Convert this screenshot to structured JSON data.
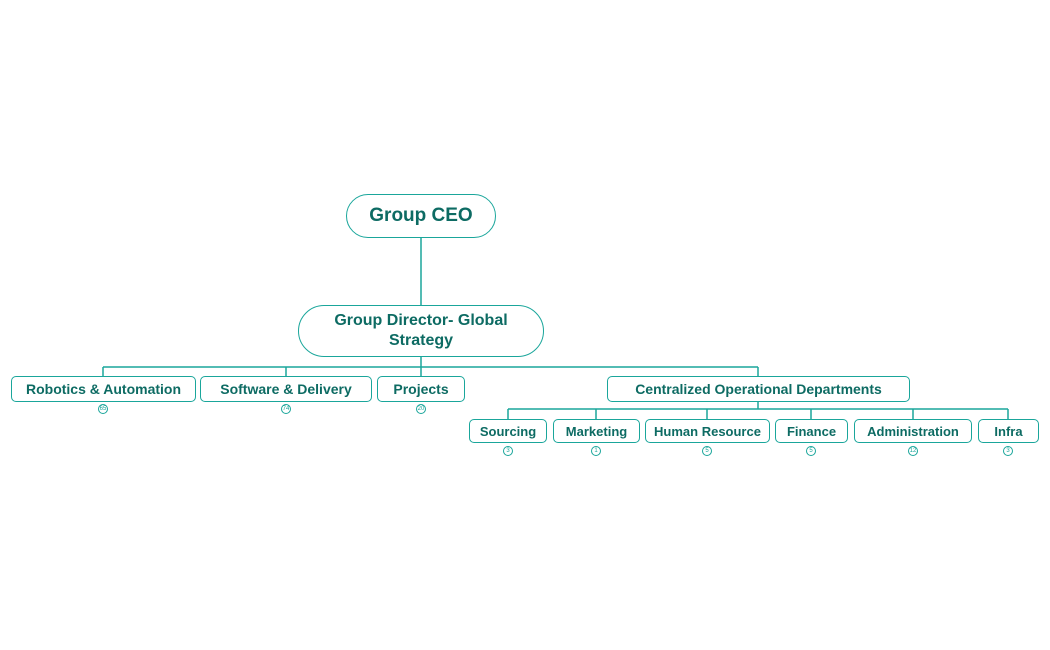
{
  "root": {
    "title": "Group CEO"
  },
  "director": {
    "line1": "Group Director- Global",
    "line2": "Strategy"
  },
  "departments": [
    {
      "label": "Robotics & Automation",
      "count": "65"
    },
    {
      "label": "Software & Delivery",
      "count": "74"
    },
    {
      "label": "Projects",
      "count": "20"
    },
    {
      "label": "Centralized Operational Departments"
    }
  ],
  "central_departments": [
    {
      "label": "Sourcing",
      "count": "3"
    },
    {
      "label": "Marketing",
      "count": "1"
    },
    {
      "label": "Human Resource",
      "count": "5"
    },
    {
      "label": "Finance",
      "count": "5"
    },
    {
      "label": "Administration",
      "count": "12"
    },
    {
      "label": "Infra",
      "count": "3"
    }
  ],
  "colors": {
    "line": "#1aa69b",
    "text": "#0d6b63",
    "background": "#ffffff"
  }
}
